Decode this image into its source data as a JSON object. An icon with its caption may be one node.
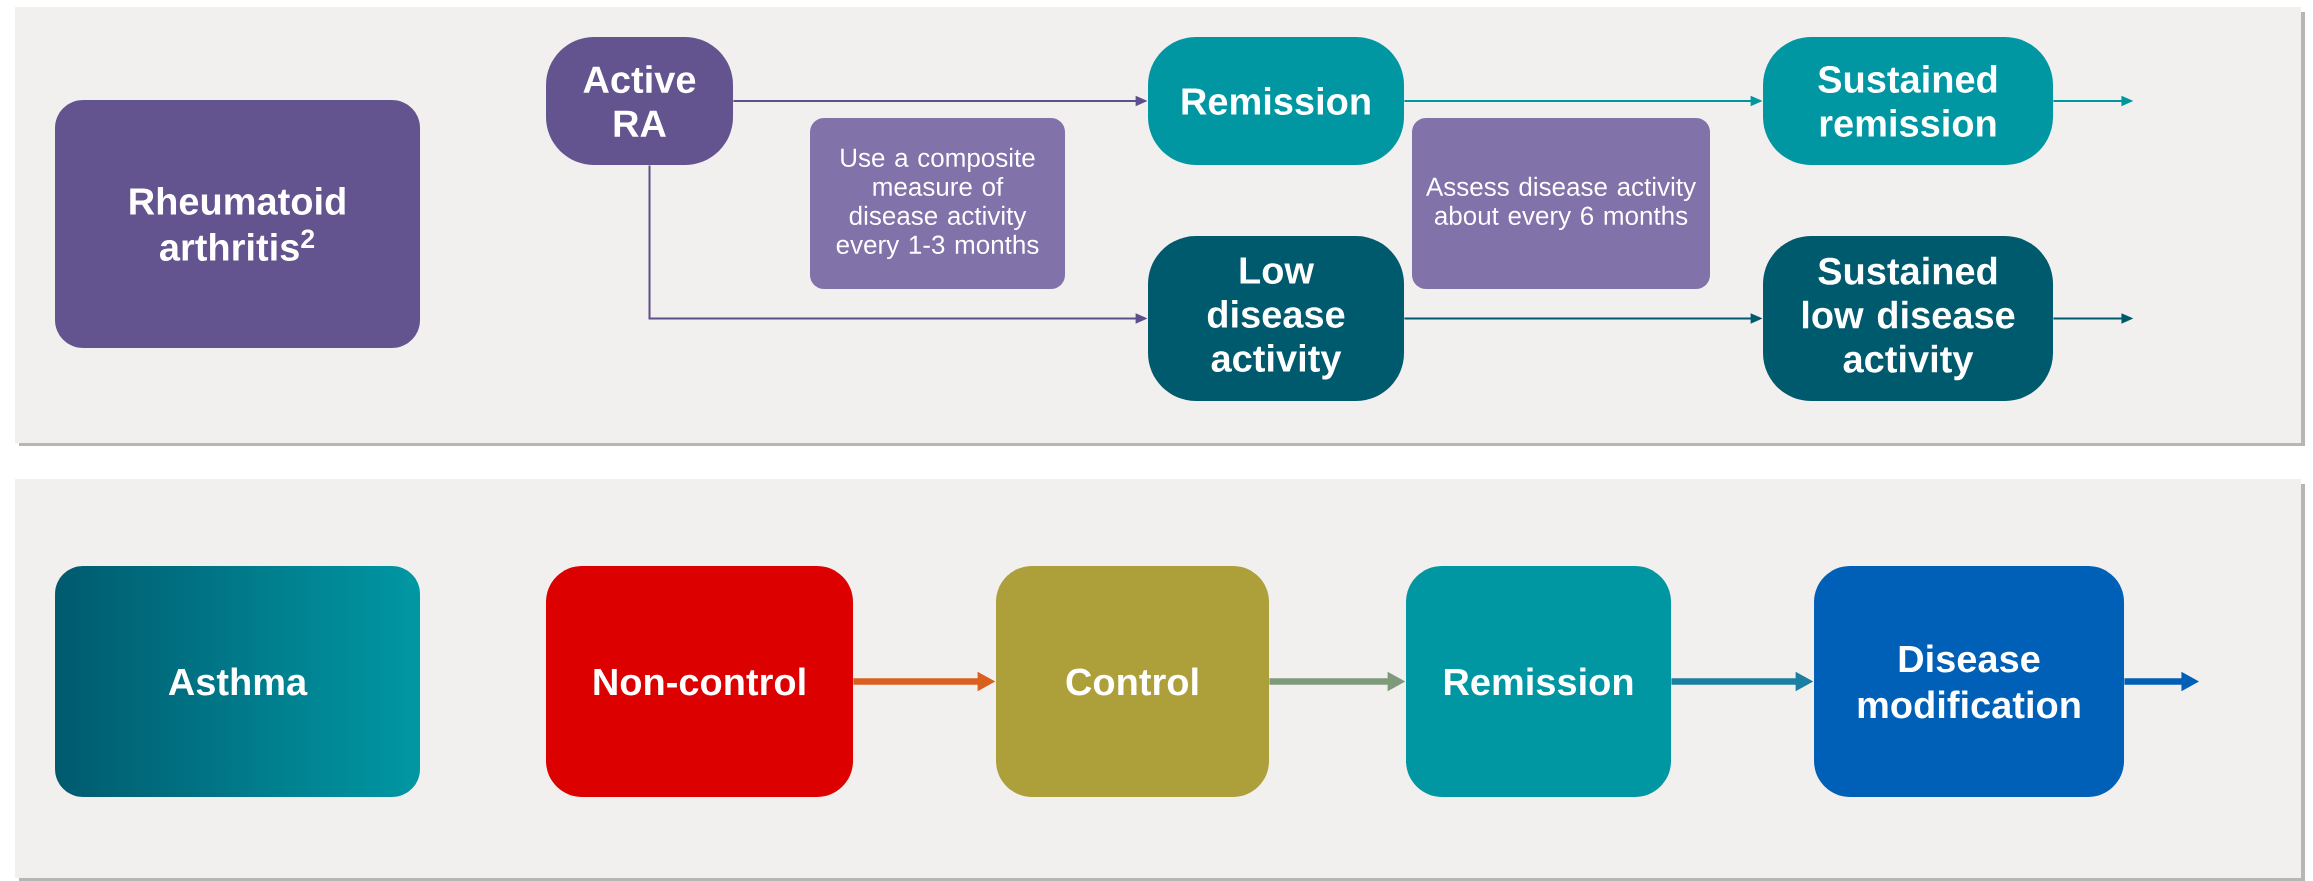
{
  "diagram": {
    "nodes": [
      {
        "text": [
          "Rheumatoid arthritis$^{2}$"
        ]
      },
      {
        "text": [
          "Active RA"
        ]
      },
      {
        "text": [
          "Use a composite measure of disease activity every 1-3 months"
        ]
      },
      {
        "text": [
          "Remission"
        ]
      },
      {
        "text": [
          "Low disease activity"
        ]
      },
      {
        "text": [
          "Assess disease activity about every 6 months"
        ]
      },
      {
        "text": [
          "Sustained remission"
        ]
      },
      {
        "text": [
          "Sustained low disease activity"
        ]
      },
      {
        "text": [
          "Asthma"
        ]
      },
      {
        "text": [
          "Non-control"
        ]
      },
      {
        "text": [
          "Control"
        ]
      },
      {
        "text": [
          "Remission"
        ]
      },
      {
        "text": [
          "Disease modification"
        ]
      }
    ],
    "edges": [
      {
        "from": 1,
        "to": 3,
        "arrow": "to",
        "color": "#5e4f8c"
      },
      {
        "from": 1,
        "to": 4,
        "arrow": "to",
        "color": "#5e4f8c"
      },
      {
        "from": 3,
        "to": 6,
        "arrow": "to",
        "color": "#0096a0"
      },
      {
        "from": 4,
        "to": 7,
        "arrow": "to",
        "color": "#005a6e"
      },
      {
        "from": 6,
        "to": null,
        "arrow": "to",
        "color": "#0096a0"
      },
      {
        "from": 7,
        "to": null,
        "arrow": "to",
        "color": "#005a6e"
      },
      {
        "from": 9,
        "to": 10,
        "arrow": "to",
        "style": "thick",
        "color": "#d9601e"
      },
      {
        "from": 10,
        "to": 11,
        "arrow": "to",
        "style": "thick",
        "color": "#7f9a7a"
      },
      {
        "from": 11,
        "to": 12,
        "arrow": "to",
        "style": "thick",
        "color": "#1a7fa0"
      },
      {
        "from": 12,
        "to": null,
        "arrow": "to",
        "style": "thick",
        "color": "#0060b8"
      }
    ]
  }
}
